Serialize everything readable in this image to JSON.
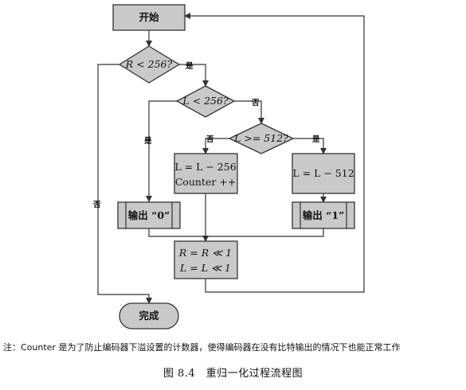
{
  "nodes": {
    "start": "开始",
    "dec_r": "R < 256?",
    "dec_l256": "L < 256?",
    "dec_l512": "L >= 512?",
    "proc_sub256_line1": "L = L − 256",
    "proc_sub256_line2": "Counter ++",
    "proc_sub512": "L = L − 512",
    "out0": "输出 “0”",
    "out1": "输出 “1”",
    "shift_line1": "R = R ≪ 1",
    "shift_line2": "L = L ≪ 1",
    "end": "完成"
  },
  "labels": {
    "yes": "是",
    "no": "否"
  },
  "note": "注：Counter 是为了防止编码器下溢设置的计数器，使得编码器在没有比特输出的情况下也能正常工作",
  "caption": "图 8.4　重归一化过程流程图"
}
